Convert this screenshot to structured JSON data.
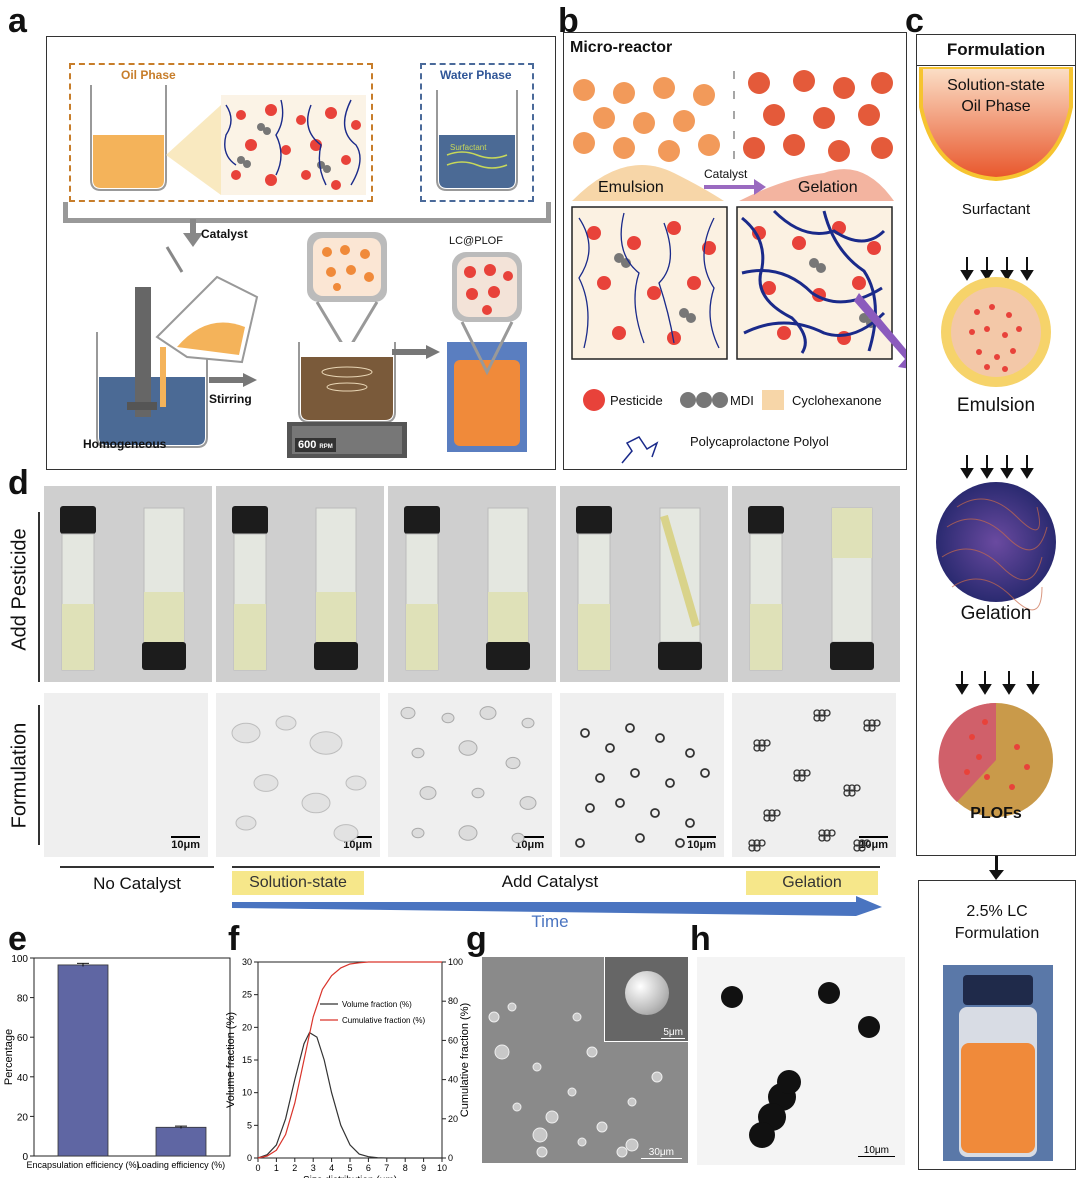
{
  "panels": {
    "a": "a",
    "b": "b",
    "c": "c",
    "d": "d",
    "e": "e",
    "f": "f",
    "g": "g",
    "h": "h"
  },
  "a": {
    "oil_phase": "Oil Phase",
    "water_phase": "Water Phase",
    "surfactant": "Surfactant",
    "catalyst": "Catalyst",
    "stirring": "Stirring",
    "homogeneous": "Homogeneous",
    "product": "LC@PLOF",
    "rpm_value": "600",
    "rpm_unit": "RPM"
  },
  "b": {
    "title": "Micro-reactor",
    "emulsion": "Emulsion",
    "catalyst": "Catalyst",
    "gelation": "Gelation",
    "legend": {
      "pesticide": "Pesticide",
      "mdi": "MDI",
      "cyclohexanone": "Cyclohexanone",
      "polyol": "Polycaprolactone Polyol"
    }
  },
  "c": {
    "title": "Formulation",
    "oil_phase_1": "Solution-state",
    "oil_phase_2": "Oil Phase",
    "surfactant": "Surfactant",
    "emulsion": "Emulsion",
    "gelation": "Gelation",
    "plofs": "PLOFs",
    "lc_1": "2.5% LC",
    "lc_2": "Formulation"
  },
  "d": {
    "row1_label": "Add Pesticide",
    "row2_label": "Formulation",
    "scale_labels": [
      "10μm",
      "10μm",
      "10μm",
      "10μm",
      "10μm"
    ],
    "no_catalyst": "No Catalyst",
    "add_catalyst": "Add Catalyst",
    "solution_state": "Solution-state",
    "gelation": "Gelation",
    "time": "Time"
  },
  "g": {
    "scale_inset": "5μm",
    "scale_main": "30μm"
  },
  "h": {
    "scale": "10μm"
  },
  "colors": {
    "pesticide_red": "#e8423a",
    "polyol_blue": "#1a2a8a",
    "bar_blue": "#5f66a3",
    "time_arrow": "#4a74c0",
    "highlight_yellow": "#f6e78a",
    "orange": "#f08a3a"
  },
  "chart_data": [
    {
      "type": "bar",
      "ylabel": "Percentage",
      "xlabel": "",
      "ylim": [
        0,
        100
      ],
      "yticks": [
        0,
        20,
        40,
        60,
        80,
        100
      ],
      "categories": [
        "Encapsulation efficiency (%)",
        "Loading efficiency (%)"
      ],
      "values": [
        96.5,
        14.5
      ],
      "errors": [
        0.8,
        0.6
      ]
    },
    {
      "type": "line",
      "xlabel": "Size distribution (μm)",
      "ylabel": "Volume fraction (%)",
      "y2label": "Cumulative fraction (%)",
      "xlim": [
        0,
        10
      ],
      "ylim": [
        0,
        30
      ],
      "y2lim": [
        0,
        100
      ],
      "xticks": [
        0,
        1,
        2,
        3,
        4,
        5,
        6,
        7,
        8,
        9,
        10
      ],
      "yticks": [
        0,
        5,
        10,
        15,
        20,
        25,
        30
      ],
      "y2ticks": [
        0,
        20,
        40,
        60,
        80,
        100
      ],
      "legend_position": "top-right",
      "series": [
        {
          "name": "Volume fraction (%)",
          "axis": "left",
          "color": "#333333",
          "x": [
            0,
            0.5,
            1.0,
            1.5,
            2.0,
            2.5,
            2.8,
            3.2,
            3.6,
            4.0,
            4.5,
            5.0,
            5.5,
            6.0,
            6.5,
            7.0,
            10.0
          ],
          "y": [
            0,
            0.5,
            2.0,
            6.0,
            12.0,
            17.5,
            19.2,
            18.5,
            15.0,
            10.0,
            5.0,
            2.0,
            0.6,
            0.2,
            0.05,
            0,
            0
          ]
        },
        {
          "name": "Cumulative fraction (%)",
          "axis": "right",
          "color": "#d9342b",
          "x": [
            0,
            0.5,
            1.0,
            1.5,
            2.0,
            2.5,
            3.0,
            3.5,
            4.0,
            4.5,
            5.0,
            5.5,
            6.0,
            7.0,
            10.0
          ],
          "y": [
            0,
            1,
            4,
            12,
            28,
            50,
            72,
            86,
            93,
            97,
            99,
            99.6,
            100,
            100,
            100
          ]
        }
      ]
    }
  ]
}
